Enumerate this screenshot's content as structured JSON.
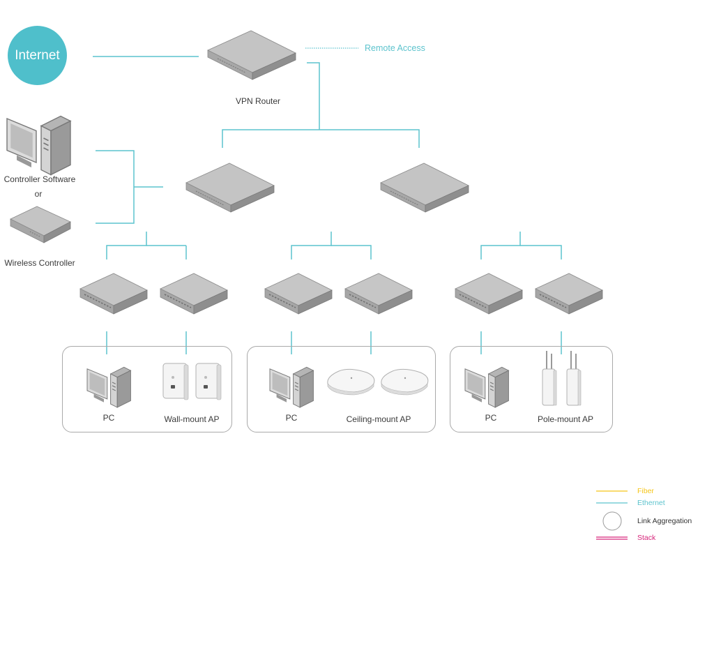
{
  "colors": {
    "ethernet": "#5cc3cd",
    "fiber": "#f5c518",
    "stack": "#d6247a",
    "link_aggregation": "#9a9a9a",
    "internet_bg": "#4fbfcb",
    "device_top": "#c8c8c8",
    "device_side": "#9e9e9e",
    "group_border": "#a9a9a9"
  },
  "internet": {
    "label": "Internet"
  },
  "router": {
    "label": "VPN Router",
    "remote_access": "Remote Access"
  },
  "controller": {
    "software_label": "Controller Software",
    "or_label": "or",
    "hardware_label": "Wireless Controller"
  },
  "core_switches": [
    {
      "name": "core-switch-1"
    },
    {
      "name": "core-switch-2"
    }
  ],
  "access_groups": [
    {
      "pc_label": "PC",
      "ap_label": "Wall-mount AP",
      "ap_type": "wall"
    },
    {
      "pc_label": "PC",
      "ap_label": "Ceiling-mount AP",
      "ap_type": "ceiling"
    },
    {
      "pc_label": "PC",
      "ap_label": "Pole-mount AP",
      "ap_type": "pole"
    }
  ],
  "legend": [
    {
      "label": "Fiber",
      "type": "fiber"
    },
    {
      "label": "Ethernet",
      "type": "ethernet"
    },
    {
      "label": "Link Aggregation",
      "type": "link_aggregation"
    },
    {
      "label": "Stack",
      "type": "stack"
    }
  ]
}
